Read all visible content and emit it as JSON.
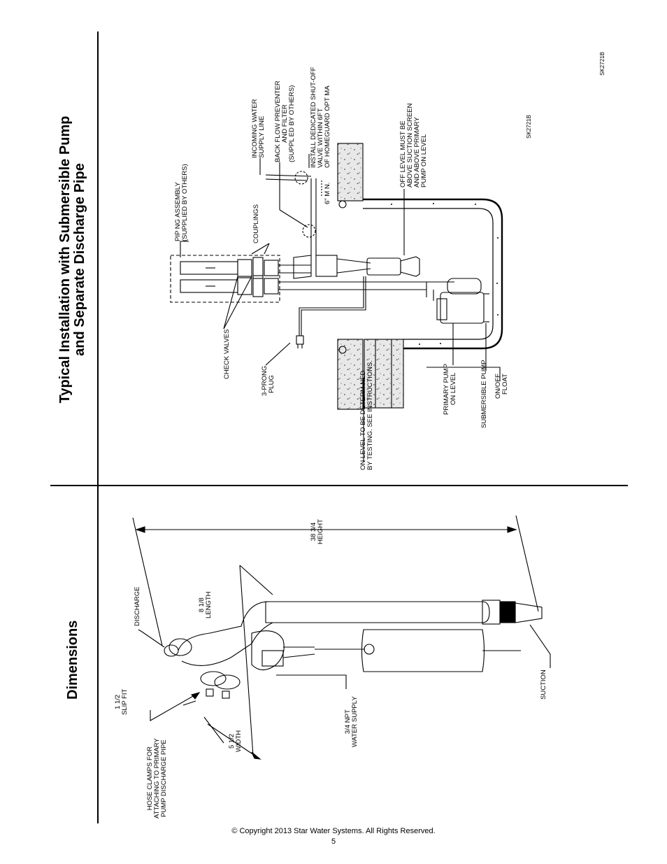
{
  "titles": {
    "installation_line1": "Typical Installation with Submersible Pump",
    "installation_line2": "and Separate Discharge Pipe",
    "dimensions": "Dimensions"
  },
  "installation_labels": {
    "piping_assembly_1": "PIP NG ASSEMBLY",
    "piping_assembly_2": "(SUPPLIED BY OTHERS)",
    "couplings": "COUPLINGS",
    "incoming_water_1": "INCOMING WATER",
    "incoming_water_2": "SUPPLY LINE",
    "backflow_1": "BACK FLOW PREVENTER",
    "backflow_2": "AND FILTER",
    "backflow_3": "(SUPPL ED BY OTHERS)",
    "shutoff_1": "INSTALL DEDICATED SHUT-OFF",
    "shutoff_2": "VALVE WITHIN 6FT",
    "shutoff_3": "OF HOMEGUARD OPT MA",
    "six_min": "6\" M N.",
    "off_level_1": "OFF LEVEL MUST BE",
    "off_level_2": "ABOVE SUCTION SCREEN",
    "off_level_3": "AND ABOVE PRIMARY",
    "off_level_4": "PUMP ON LEVEL",
    "sk_code_a": "SK2721B",
    "sk_code_b": "SK2721B",
    "check_valves": "CHECK VALVES",
    "plug_1": "3-PRONG",
    "plug_2": "PLUG",
    "on_level_1": "ON LEVEL TO BE DETERM NED",
    "on_level_2": "BY TESTING. SEE  INSTRUCTIONS.",
    "primary_pump_1": "PRIMARY PUMP",
    "primary_pump_2": "ON LEVEL",
    "submersible_pump": "SUBMERSIBLE PUMP",
    "onoff_1": "ON/OFF",
    "onoff_2": "FLOAT"
  },
  "dimension_labels": {
    "height_1": "38 3/4",
    "height_2": "HEIGHT",
    "length_1": "8 1/8",
    "length_2": "LENGTH",
    "discharge": "DISCHARGE",
    "slip_1": "1 1/2",
    "slip_2": "SLIP FIT",
    "hose_1": "HOSE CLAMPS FOR",
    "hose_2": "ATTACHING TO PRIMARY",
    "hose_3": "PUMP DISCHARGE PIPE",
    "width_1": "5 1/2",
    "width_2": "WIDTH",
    "npt_1": "3/4 NPT",
    "npt_2": "WATER SUPPLY",
    "suction": "SUCTION"
  },
  "footer": {
    "copyright": "© Copyright 2013 Star Water Systems. All Rights Reserved.",
    "page_number": "5"
  }
}
